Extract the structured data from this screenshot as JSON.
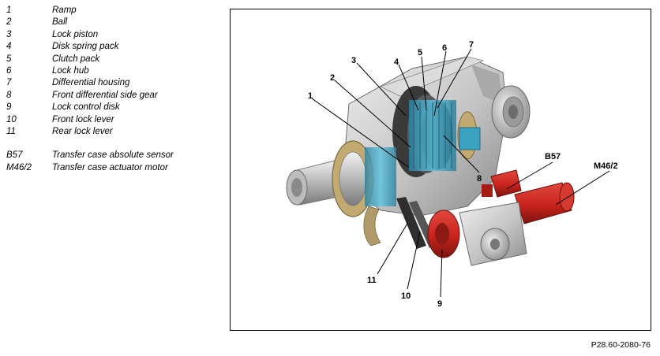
{
  "legend": [
    {
      "code": "1",
      "label": "Ramp"
    },
    {
      "code": "2",
      "label": "Ball"
    },
    {
      "code": "3",
      "label": "Lock piston"
    },
    {
      "code": "4",
      "label": "Disk spring pack"
    },
    {
      "code": "5",
      "label": "Clutch pack"
    },
    {
      "code": "6",
      "label": "Lock hub"
    },
    {
      "code": "7",
      "label": "Differential housing"
    },
    {
      "code": "8",
      "label": "Front differential side gear"
    },
    {
      "code": "9",
      "label": "Lock control disk"
    },
    {
      "code": "10",
      "label": "Front lock lever"
    },
    {
      "code": "11",
      "label": "Rear lock lever"
    },
    {
      "code": "B57",
      "label": "Transfer case absolute sensor"
    },
    {
      "code": "M46/2",
      "label": "Transfer case actuator motor"
    }
  ],
  "callouts": {
    "c1": "1",
    "c2": "2",
    "c3": "3",
    "c4": "4",
    "c5": "5",
    "c6": "6",
    "c7": "7",
    "c8": "8",
    "c9": "9",
    "c10": "10",
    "c11": "11",
    "cB57": "B57",
    "cM46": "M46/2"
  },
  "reference_code": "P28.60-2080-76",
  "colors": {
    "housing": "#c9c9c9",
    "housing_dark": "#8c8c8c",
    "motor_red": "#c8231c",
    "teal": "#3aa3c2",
    "bronze": "#b09a6a",
    "dark_part": "#333333"
  }
}
